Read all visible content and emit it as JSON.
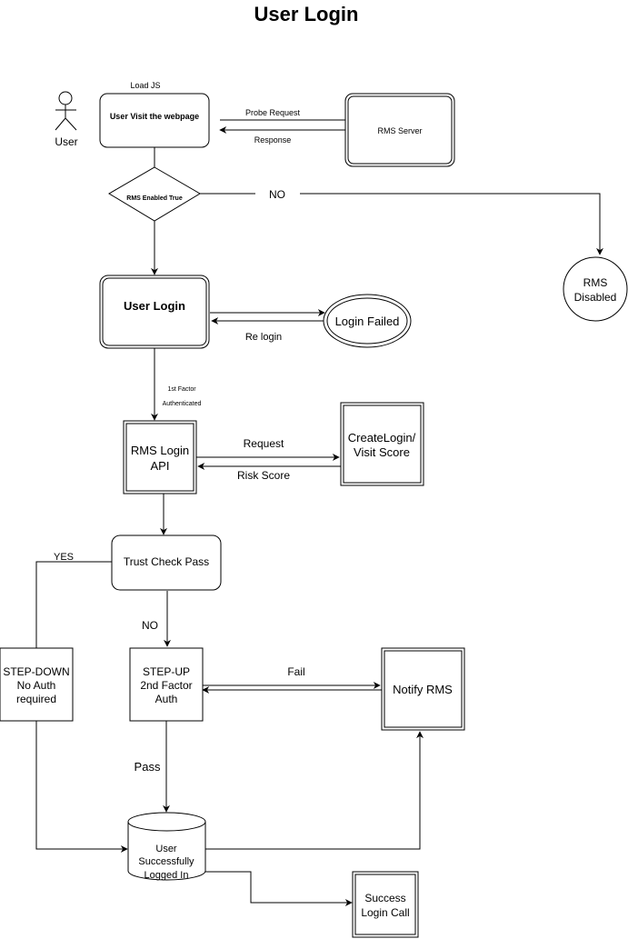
{
  "title": "User Login",
  "actor": {
    "label": "User"
  },
  "nodes": {
    "load_js": "Load JS",
    "visit": "User Visit the webpage",
    "rms_server": "RMS Server",
    "decision": "RMS Enabled True",
    "rms_disabled": [
      "RMS",
      "Disabled"
    ],
    "user_login": "User Login",
    "login_failed": "Login Failed",
    "rms_login_api": [
      "RMS Login",
      "API"
    ],
    "create_score": [
      "CreateLogin/",
      "Visit Score"
    ],
    "trust_check": "Trust Check Pass",
    "step_down": [
      "STEP-DOWN",
      "No Auth",
      "required"
    ],
    "step_up": [
      "STEP-UP",
      "2nd Factor",
      "Auth"
    ],
    "notify": "Notify RMS",
    "logged_in": [
      "User",
      "Successfully",
      "Logged In"
    ],
    "success_call": [
      "Success",
      "Login Call"
    ]
  },
  "edges": {
    "probe_request": "Probe Request",
    "response": "Response",
    "no_rms": "NO",
    "re_login": "Re login",
    "first_factor": [
      "1st Factor",
      "Authenticated"
    ],
    "request": "Request",
    "risk_score": "Risk Score",
    "yes": "YES",
    "no_trust": "NO",
    "fail": "Fail",
    "pass": "Pass"
  }
}
